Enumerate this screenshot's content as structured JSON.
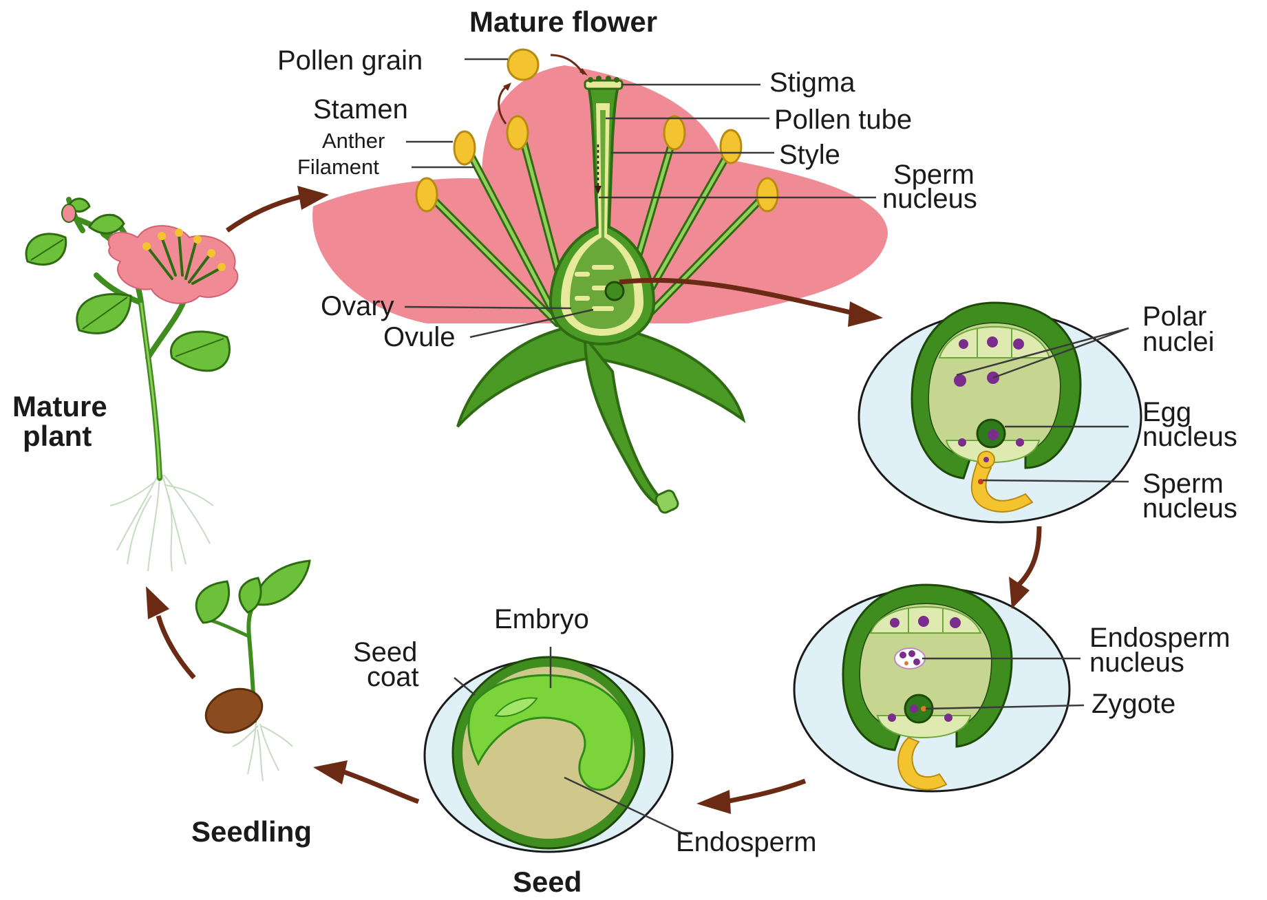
{
  "titles": {
    "mature_flower": "Mature flower",
    "mature_plant": [
      "Mature",
      "plant"
    ],
    "seedling": "Seedling",
    "seed": "Seed"
  },
  "flower_labels": {
    "pollen_grain": "Pollen grain",
    "stamen": "Stamen",
    "anther": "Anther",
    "filament": "Filament",
    "stigma": "Stigma",
    "pollen_tube": "Pollen tube",
    "style": "Style",
    "sperm_nucleus": [
      "Sperm",
      "nucleus"
    ],
    "ovary": "Ovary",
    "ovule": "Ovule"
  },
  "fertilization_labels": {
    "polar_nuclei": [
      "Polar",
      "nuclei"
    ],
    "egg_nucleus": [
      "Egg",
      "nucleus"
    ],
    "sperm_nucleus": [
      "Sperm",
      "nucleus"
    ]
  },
  "zygote_labels": {
    "endosperm_nucleus": [
      "Endosperm",
      "nucleus"
    ],
    "zygote": "Zygote"
  },
  "seed_labels": {
    "embryo": "Embryo",
    "seed_coat": [
      "Seed",
      "coat"
    ],
    "endosperm": "Endosperm"
  },
  "colors": {
    "petal": "#f08a94",
    "dark_green": "#3f8c1f",
    "mid_green": "#6aa83a",
    "light_green": "#b6cf7a",
    "embryo_green": "#7ad43a",
    "endosperm_tan": "#cfc88a",
    "yellow": "#f4c430",
    "purple": "#7a2d8c",
    "sky": "#dff0f7",
    "arrow_brown": "#6b2a14",
    "seed_brown": "#8a4b1e"
  }
}
